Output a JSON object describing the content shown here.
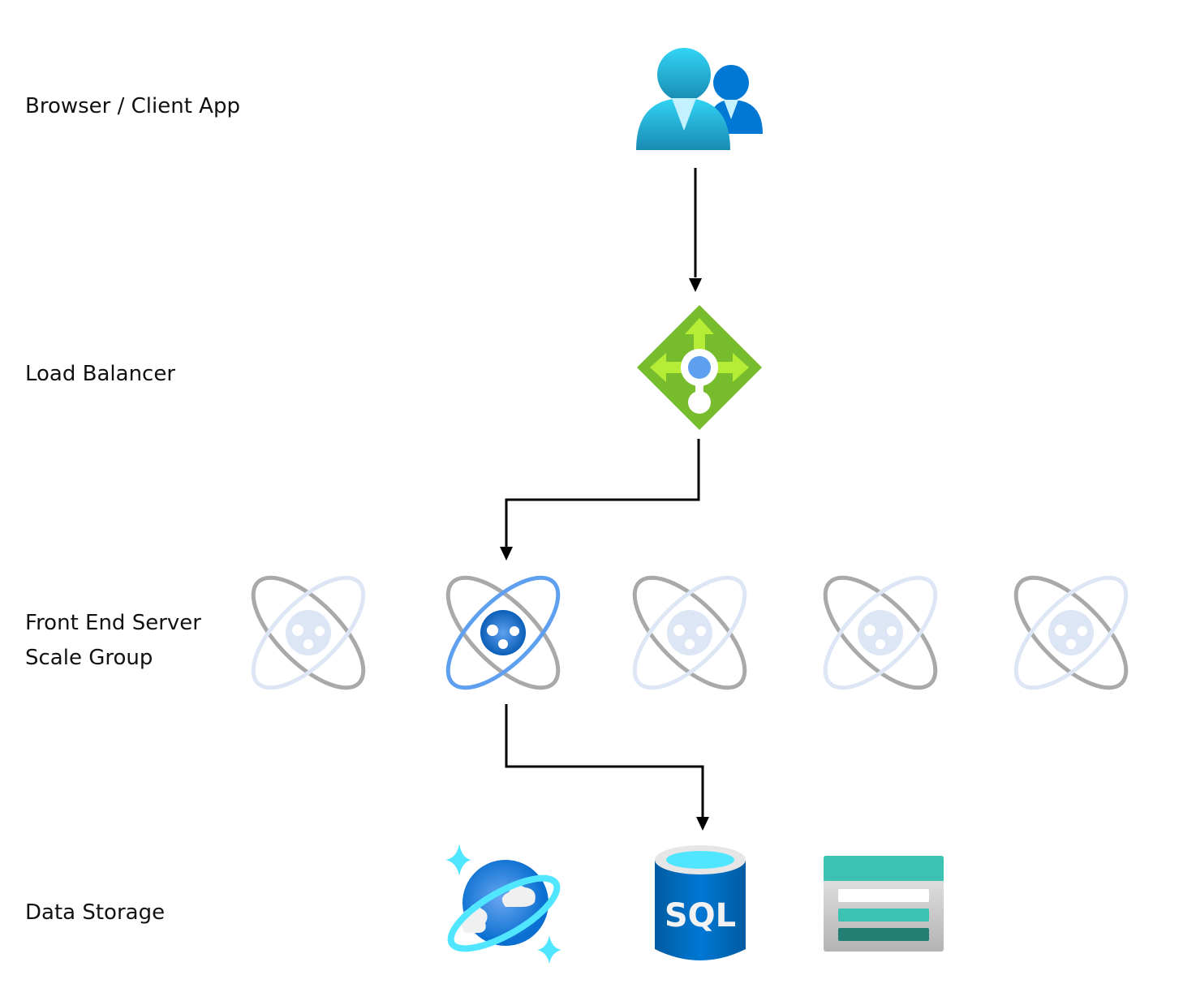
{
  "layers": [
    {
      "label": "Browser / Client App",
      "icon": "users-icon"
    },
    {
      "label": "Load Balancer",
      "icon": "load-balancer-icon"
    },
    {
      "label_lines": [
        "Front End Server",
        "Scale Group"
      ],
      "icon": "app-service-icon",
      "instances": 5,
      "active_instance": 2
    },
    {
      "label": "Data Storage",
      "icons": [
        "cosmos-db-icon",
        "sql-database-icon",
        "storage-table-icon"
      ]
    }
  ],
  "sql_text": "SQL",
  "colors": {
    "arrow": "#000000",
    "lb_green": "#76bc2d",
    "server_blue": "#5ea0ef",
    "server_gray": "#a9a9a9",
    "faded": "#dde6f5",
    "sql_blue": "#0078d4",
    "storage_teal": "#3bc2b3"
  }
}
